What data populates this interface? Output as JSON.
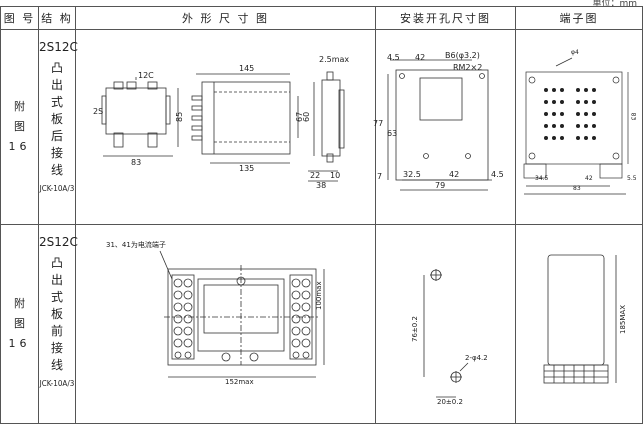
{
  "unit_label": "单位：mm",
  "headers": {
    "fig": "图 号",
    "struct": "结 构",
    "outline": "外 形 尺 寸 图",
    "cutout": "安装开孔尺寸图",
    "terminal": "端子图"
  },
  "rows": [
    {
      "fig_chars": [
        "附",
        "图",
        "16"
      ],
      "model": "2S12C",
      "struct_chars": [
        "凸",
        "出",
        "式",
        "板",
        "后",
        "接",
        "线"
      ],
      "code": "JCK-10A/3",
      "outline": {
        "d_12c": "12C",
        "d_2s": "2S",
        "d_85": "85",
        "d_83": "83",
        "d_145": "145",
        "d_135": "135",
        "d_67": "67",
        "d_60": "60",
        "d_25max": "2.5max",
        "d_22": "22",
        "d_10": "10",
        "d_38": "38"
      },
      "cutout": {
        "d_45a": "4.5",
        "d_42a": "42",
        "d_b6": "B6(φ3.2)",
        "d_rm": "RM2×2",
        "d_77": "77",
        "d_63": "63",
        "d_325": "32.5",
        "d_42b": "42",
        "d_45b": "4.5",
        "d_79": "79",
        "d_7": "7"
      },
      "terminal": {
        "d_phi4": "φ4",
        "d_345": "34.5",
        "d_42": "42",
        "d_55": "5.5",
        "d_83": "83",
        "d_83v": "83"
      }
    },
    {
      "fig_chars": [
        "附",
        "图",
        "16"
      ],
      "model": "2S12C",
      "struct_chars": [
        "凸",
        "出",
        "式",
        "板",
        "前",
        "接",
        "线"
      ],
      "code": "JCK-10A/3",
      "outline": {
        "note": "31、41为电流端子",
        "d_100max": "100max",
        "d_152max": "152max"
      },
      "cutout": {
        "d_76": "76±0.2",
        "d_phi42": "2-φ4.2",
        "d_20": "20±0.2"
      },
      "terminal": {
        "d_185max": "185MAX"
      }
    }
  ]
}
